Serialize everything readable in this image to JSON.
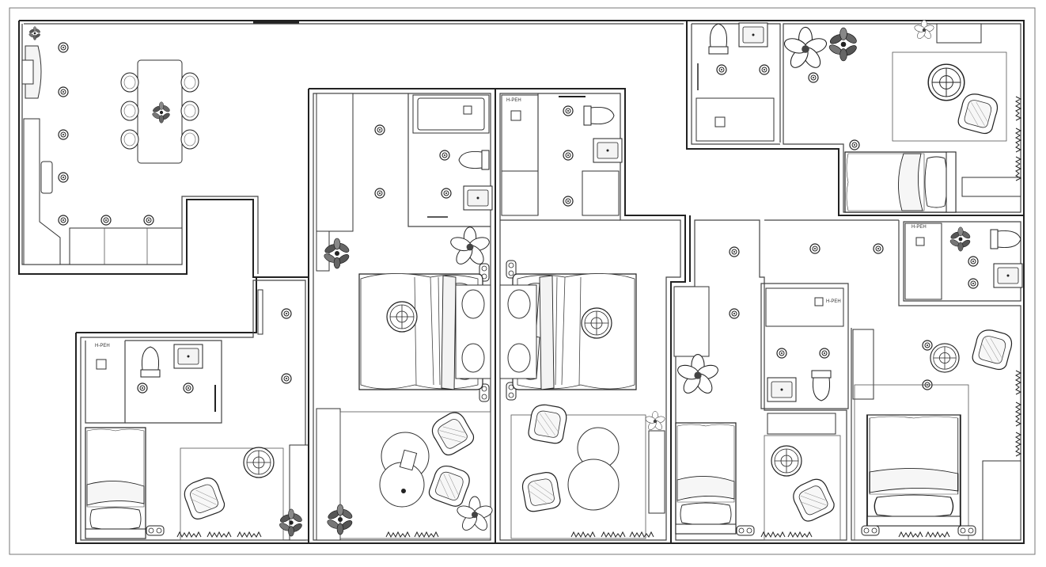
{
  "drawing": {
    "type": "architectural floor plan",
    "style": "black line drawing on white",
    "colors": {
      "background": "#ffffff",
      "line": "#222222",
      "fill_light": "#f4f4f4"
    }
  },
  "labels": {
    "fixture_tag_a": "H-PEH",
    "fixture_tag_b": "H-PEH",
    "fixture_tag_c": "H-PEH",
    "fixture_tag_d": "H-PEH"
  },
  "rooms": [
    {
      "id": "living-dining"
    },
    {
      "id": "kitchen"
    },
    {
      "id": "bedroom-left"
    },
    {
      "id": "bathroom-left"
    },
    {
      "id": "bedroom-center-left"
    },
    {
      "id": "bathroom-center-left"
    },
    {
      "id": "bedroom-center-right"
    },
    {
      "id": "bathroom-center-right"
    },
    {
      "id": "bedroom-right-small"
    },
    {
      "id": "bathroom-right-small"
    },
    {
      "id": "bedroom-top-right"
    },
    {
      "id": "bathroom-top-right"
    },
    {
      "id": "bedroom-bottom-right"
    },
    {
      "id": "bathroom-bottom-right"
    }
  ],
  "icons": [
    "double-bed-icon",
    "single-bed-icon",
    "armchair-icon",
    "round-table-icon",
    "plant-icon",
    "flower-icon",
    "downlight-icon",
    "toilet-icon",
    "bathtub-icon",
    "sink-icon",
    "dining-table-icon",
    "chair-icon"
  ]
}
